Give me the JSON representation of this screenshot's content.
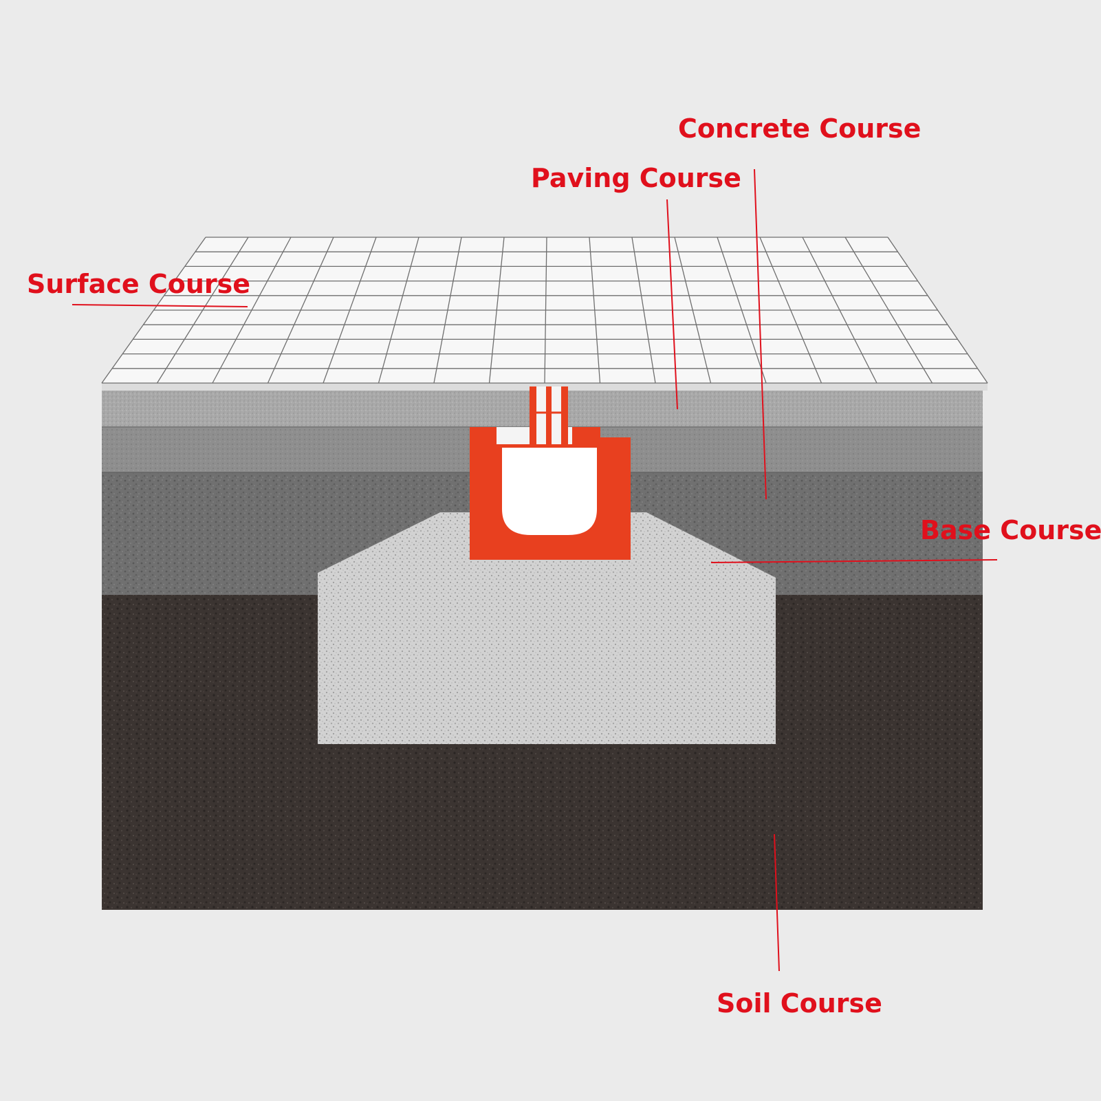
{
  "labels": {
    "concrete_course": "Concrete Course",
    "paving_course": "Paving Course",
    "surface_course": "Surface Course",
    "base_course": "Base Course",
    "soil_course": "Soil Course"
  },
  "colors": {
    "background": "#ebebeb",
    "label_red": "#e0101c",
    "tile_white": "#f7f7f7",
    "tile_grout": "#6e6e6e",
    "paving_grey": "#a9a9a9",
    "concrete_grey": "#8c8c8c",
    "base_grey": "#6f6f6f",
    "soil_brown": "#3a3330",
    "gravel_light": "#cfcfcf",
    "drain_orange": "#e8401f"
  }
}
